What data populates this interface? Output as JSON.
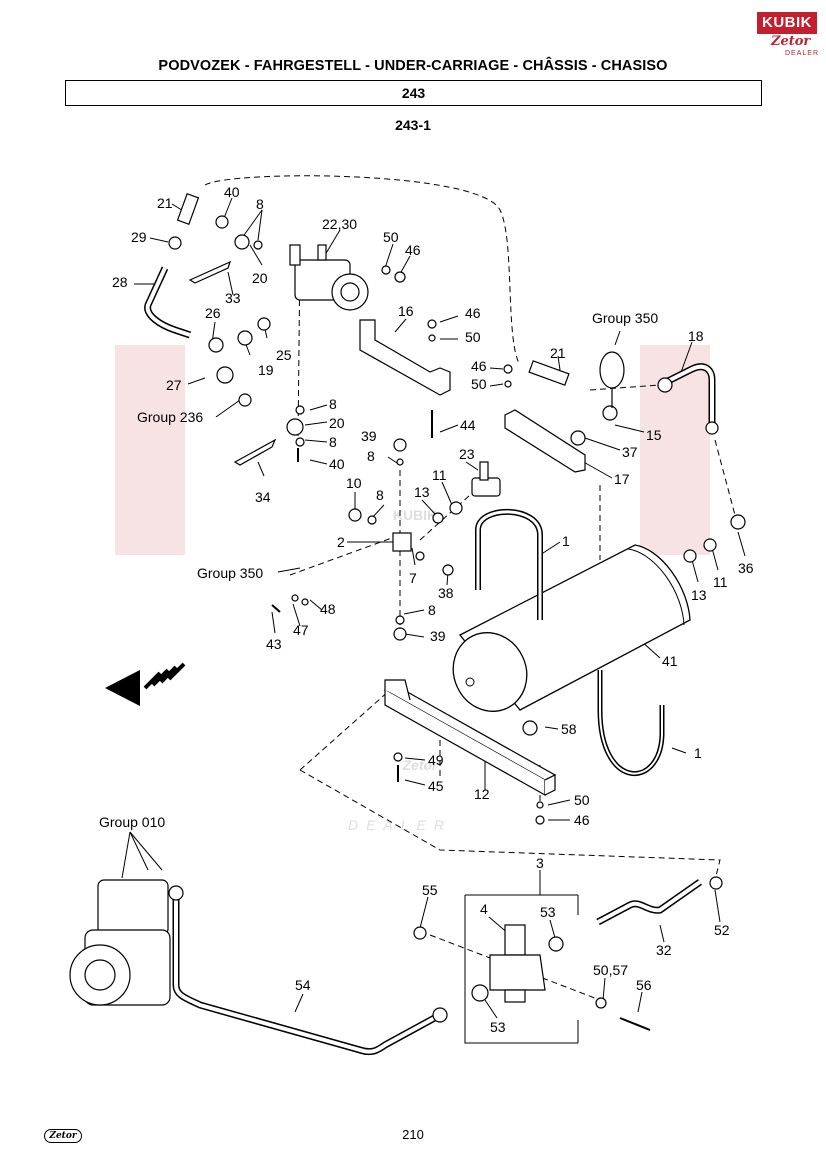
{
  "header": {
    "title": "PODVOZEK - FAHRGESTELL - UNDER-CARRIAGE - CHÂSSIS - CHASISO",
    "group_number": "243",
    "sub_number": "243-1"
  },
  "logo": {
    "brand": "KUBIK",
    "zetor": "Zetor",
    "dealer": "DEALER"
  },
  "watermark": {
    "brand": "KUBIK",
    "zetor": "Zetor",
    "dealer": "DEALER"
  },
  "callouts": {
    "c21a": "21",
    "c40a": "40",
    "c8a": "8",
    "c22_30": "22,30",
    "c50a": "50",
    "c46a": "46",
    "c29": "29",
    "c20a": "20",
    "c28": "28",
    "c33": "33",
    "c16": "16",
    "c46b": "46",
    "c50b": "50",
    "c26": "26",
    "c25": "25",
    "c19": "19",
    "c27": "27",
    "c_group350a": "Group 350",
    "c18": "18",
    "c46c": "46",
    "c21b": "21",
    "c50c": "50",
    "c_group236": "Group 236",
    "c8b": "8",
    "c20b": "20",
    "c44": "44",
    "c15": "15",
    "c8c": "8",
    "c40b": "40",
    "c39a": "39",
    "c8d": "8",
    "c37": "37",
    "c23": "23",
    "c17": "17",
    "c11a": "11",
    "c34": "34",
    "c10": "10",
    "c8e": "8",
    "c13a": "13",
    "c1a": "1",
    "c2": "2",
    "c36": "36",
    "c7": "7",
    "c13b": "13",
    "c11b": "11",
    "c_group350b": "Group 350",
    "c38": "38",
    "c48": "48",
    "c8f": "8",
    "c47": "47",
    "c43": "43",
    "c39b": "39",
    "c41": "41",
    "c58": "58",
    "c1b": "1",
    "c49": "49",
    "c45": "45",
    "c12": "12",
    "c50d": "50",
    "c46d": "46",
    "c_group010": "Group 010",
    "c3": "3",
    "c55": "55",
    "c4": "4",
    "c53a": "53",
    "c52": "52",
    "c32": "32",
    "c54": "54",
    "c50_57": "50,57",
    "c56": "56",
    "c53b": "53"
  },
  "footer": {
    "page_number": "210",
    "logo_text": "Zetor"
  }
}
